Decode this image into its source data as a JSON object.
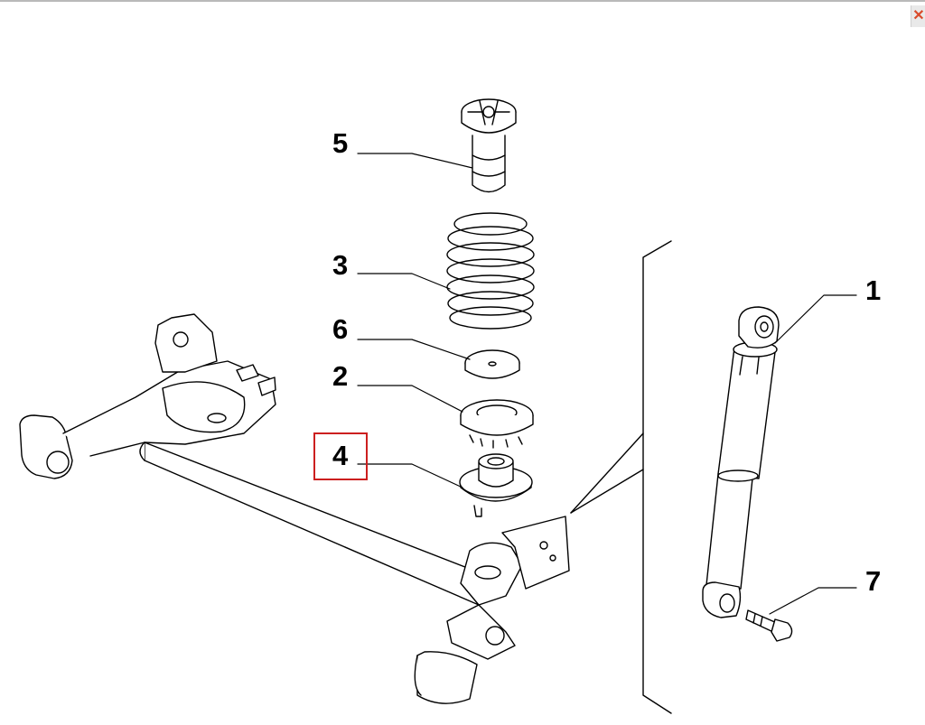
{
  "window": {
    "close_glyph": "✕"
  },
  "diagram": {
    "callouts": [
      {
        "id": "5",
        "label": "5"
      },
      {
        "id": "3",
        "label": "3"
      },
      {
        "id": "6",
        "label": "6"
      },
      {
        "id": "2",
        "label": "2"
      },
      {
        "id": "4",
        "label": "4"
      },
      {
        "id": "1",
        "label": "1"
      },
      {
        "id": "7",
        "label": "7"
      }
    ],
    "highlighted_callout": "4",
    "highlight_color": "#cc1f1f",
    "line_color": "#000000"
  }
}
